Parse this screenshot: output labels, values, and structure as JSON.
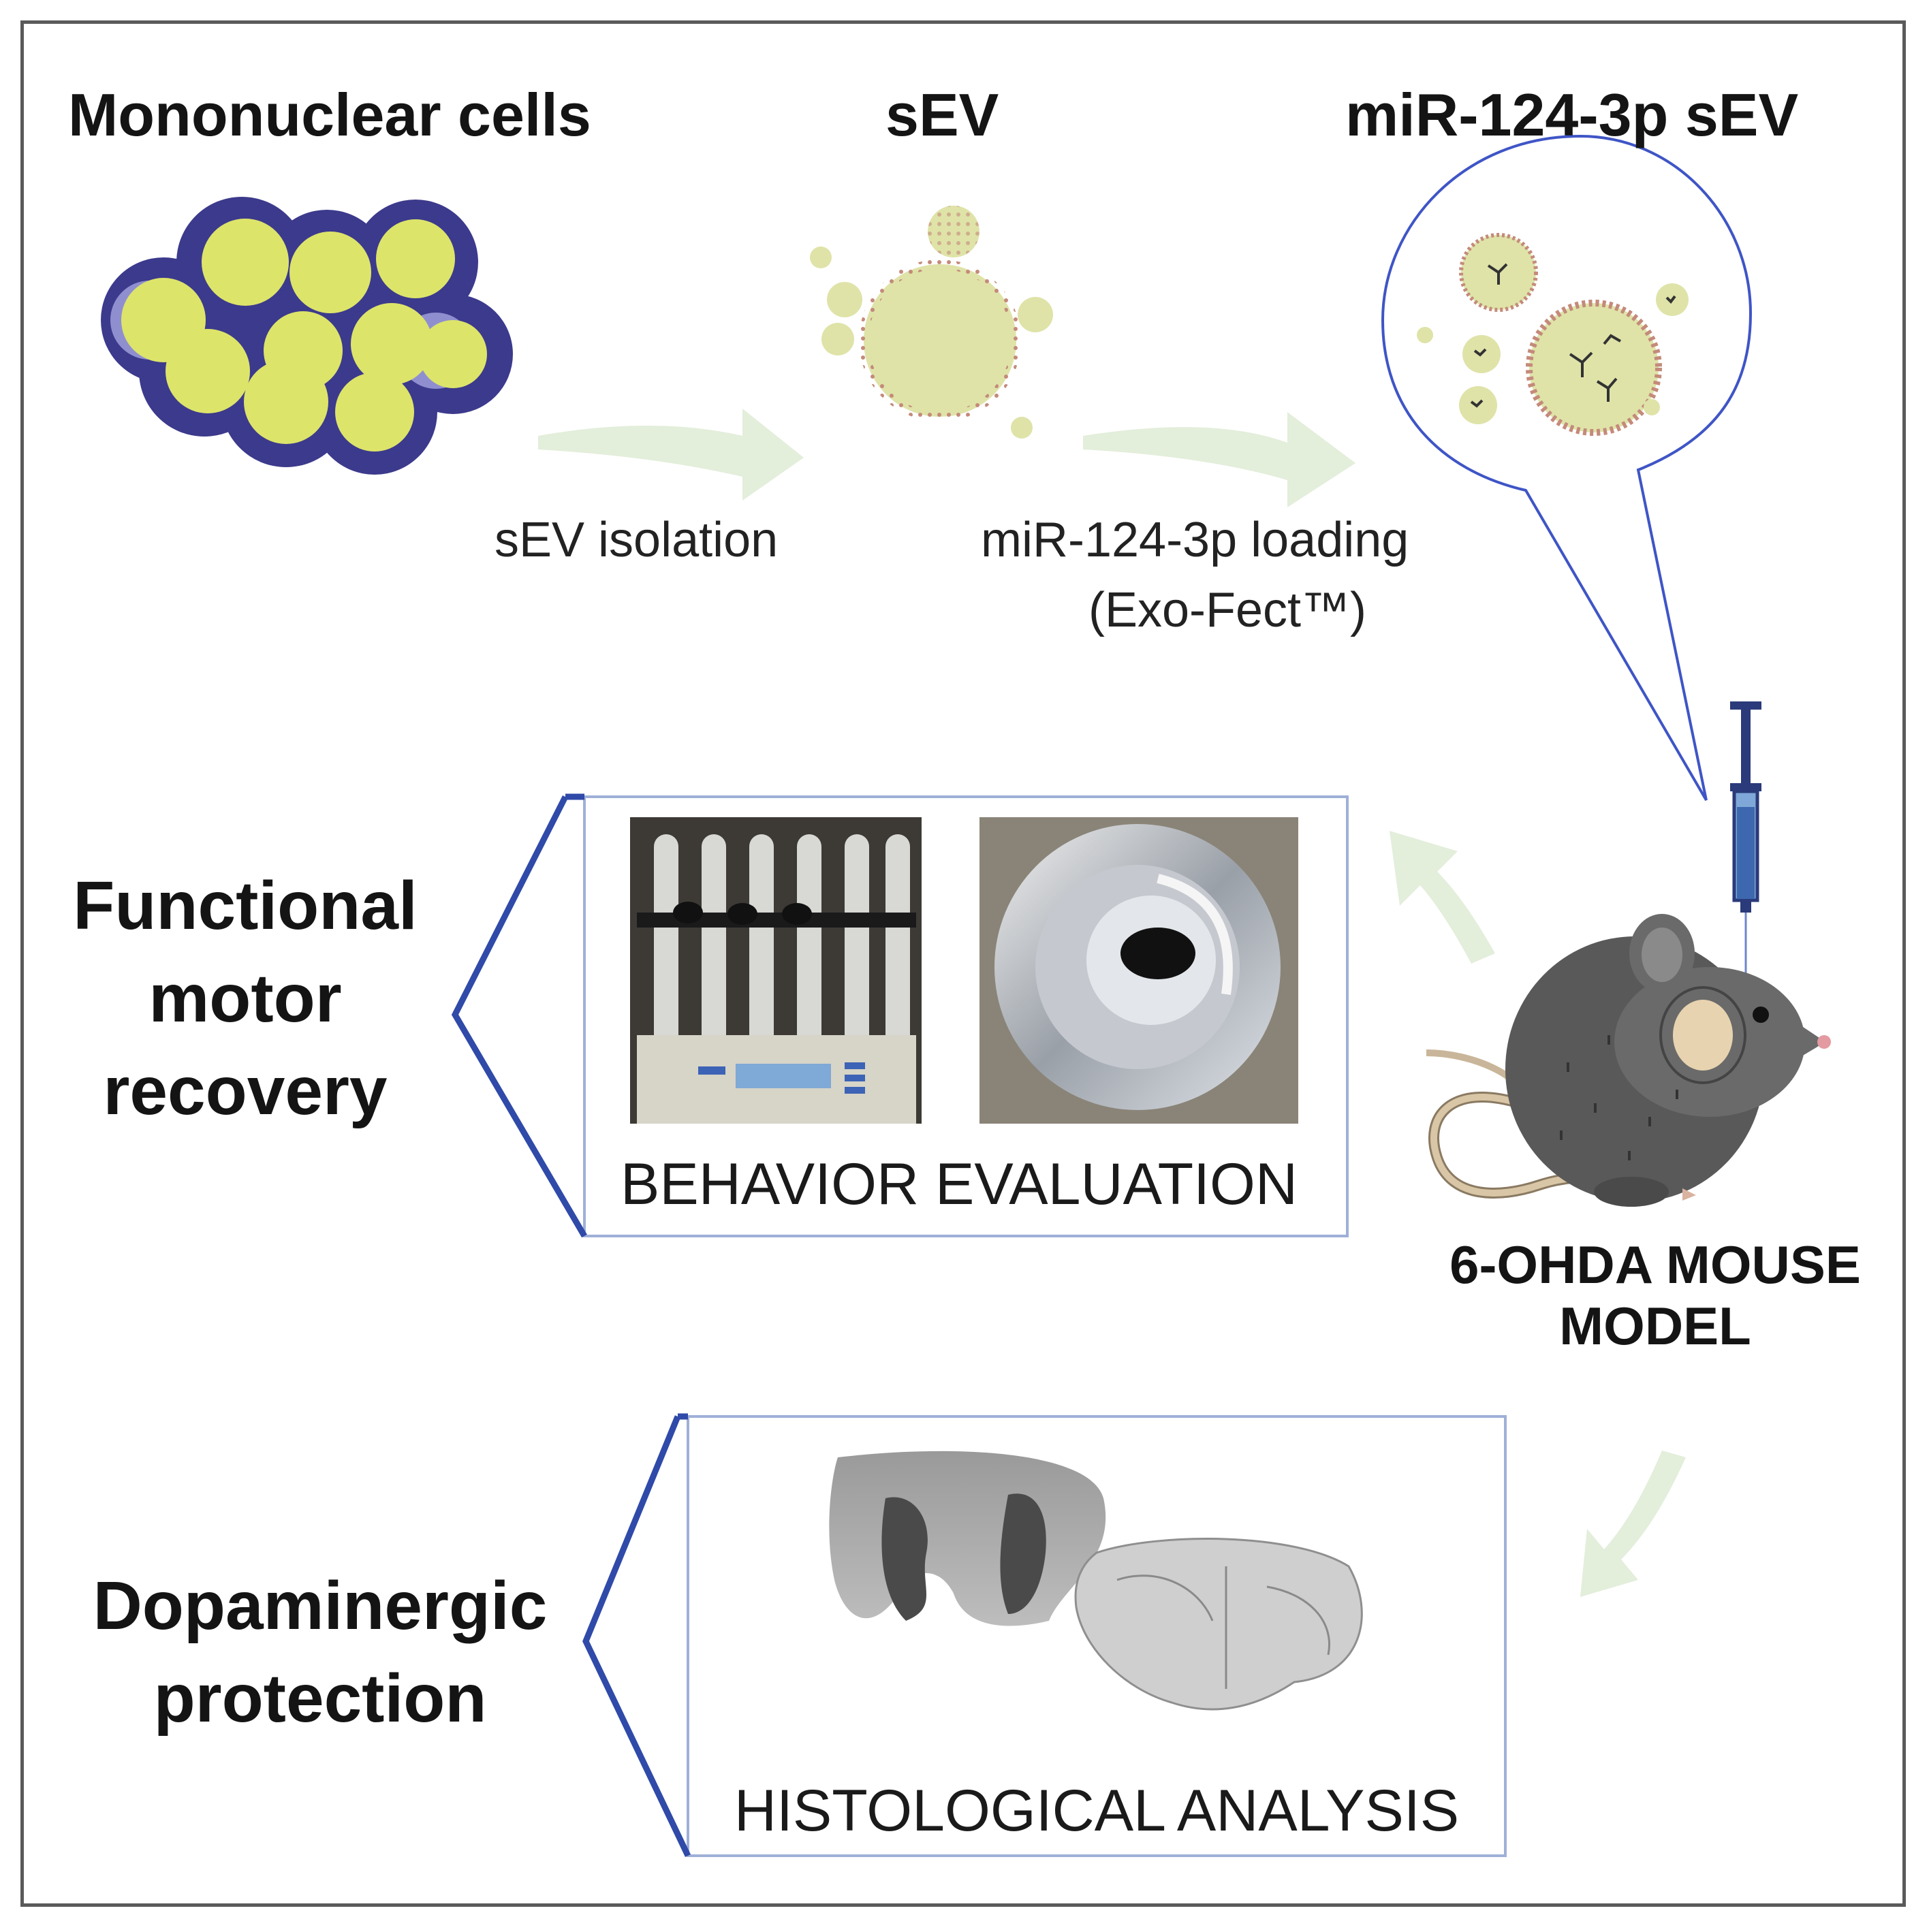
{
  "labels": {
    "mononuclear_cells": "Mononuclear cells",
    "sev": "sEV",
    "mir_sev": "miR-124-3p sEV",
    "sev_isolation": "sEV isolation",
    "mir_loading": "miR-124-3p loading",
    "exo_fect": "(Exo-Fect™)",
    "mouse_model_line1": "6-OHDA MOUSE",
    "mouse_model_line2": "MODEL",
    "functional_line1": "Functional",
    "functional_line2": "motor",
    "functional_line3": "recovery",
    "dopaminergic_line1": "Dopaminergic",
    "dopaminergic_line2": "protection",
    "behavior_evaluation": "BEHAVIOR EVALUATION",
    "histological_analysis": "HISTOLOGICAL ANALYSIS"
  },
  "colors": {
    "cell_membrane": "#3c3a8c",
    "cell_membrane_light": "#8f8fd0",
    "cell_core": "#dde46a",
    "vesicle_fill": "#dfe3a8",
    "vesicle_dots": "#c48a7a",
    "flow_arrow": "#e3eedb",
    "callout_line": "#3f55c6",
    "box_border": "#6f86c9",
    "bracket": "#2f4aa8",
    "mouse_body": "#5a5a5a",
    "mouse_tail": "#c9b69a",
    "syringe_blue": "#2a3a7a"
  }
}
